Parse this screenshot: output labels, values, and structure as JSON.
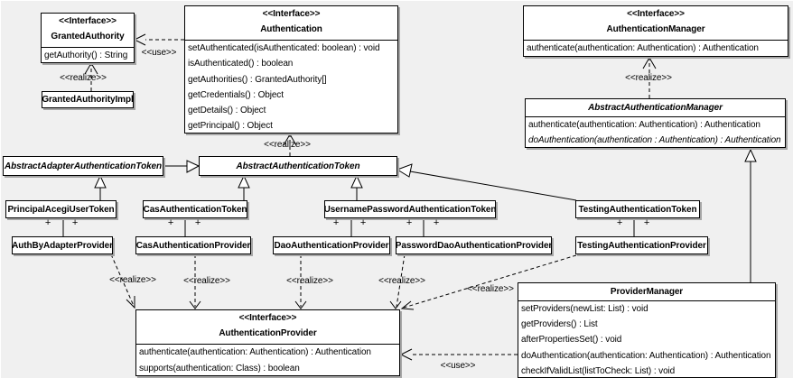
{
  "diagram": {
    "background_color": "#f0f0f0",
    "box_fill_color": "#ffffff",
    "line_color": "#000000",
    "shadow_color": "#a6a6a6"
  },
  "labels": {
    "use": "<<use>>",
    "realize": "<<realize>>",
    "plus": "+"
  },
  "classes": {
    "granted_authority": {
      "stereotype": "<<Interface>>",
      "name": "GrantedAuthority",
      "methods": [
        "getAuthority() : String"
      ]
    },
    "granted_authority_impl": {
      "name": "GrantedAuthorityImpl"
    },
    "authentication": {
      "stereotype": "<<Interface>>",
      "name": "Authentication",
      "methods": [
        "setAuthenticated(isAuthenticated: boolean) : void",
        "isAuthenticated() : boolean",
        "getAuthorities() : GrantedAuthority[]",
        "getCredentials() : Object",
        "getDetails() : Object",
        "getPrincipal() : Object"
      ]
    },
    "authentication_manager": {
      "stereotype": "<<Interface>>",
      "name": "AuthenticationManager",
      "methods": [
        "authenticate(authentication: Authentication) : Authentication"
      ]
    },
    "abstract_authentication_manager": {
      "name": "AbstractAuthenticationManager",
      "methods": [
        "authenticate(authentication: Authentication) : Authentication",
        "doAuthentication(authentication : Authentication) : Authentication"
      ]
    },
    "abstract_adapter_authentication_token": {
      "name": "AbstractAdapterAuthenticationToken"
    },
    "abstract_authentication_token": {
      "name": "AbstractAuthenticationToken"
    },
    "principal_acegi_user_token": {
      "name": "PrincipalAcegiUserToken"
    },
    "cas_authentication_token": {
      "name": "CasAuthenticationToken"
    },
    "username_password_authentication_token": {
      "name": "UsernamePasswordAuthenticationToken"
    },
    "testing_authentication_token": {
      "name": "TestingAuthenticationToken"
    },
    "auth_by_adapter_provider": {
      "name": "AuthByAdapterProvider"
    },
    "cas_authentication_provider": {
      "name": "CasAuthenticationProvider"
    },
    "dao_authentication_provider": {
      "name": "DaoAuthenticationProvider"
    },
    "password_dao_authentication_provider": {
      "name": "PasswordDaoAuthenticationProvider"
    },
    "testing_authentication_provider": {
      "name": "TestingAuthenticationProvider"
    },
    "provider_manager": {
      "name": "ProviderManager",
      "methods": [
        "setProviders(newList: List) : void",
        "getProviders() : List",
        "afterPropertiesSet() : void",
        "doAuthentication(authentication: Authentication) : Authentication",
        "checkIfValidList(listToCheck: List) : void"
      ]
    },
    "authentication_provider": {
      "stereotype": "<<Interface>>",
      "name": "AuthenticationProvider",
      "methods": [
        "authenticate(authentication: Authentication) : Authentication",
        "supports(authentication: Class) : boolean"
      ]
    }
  }
}
